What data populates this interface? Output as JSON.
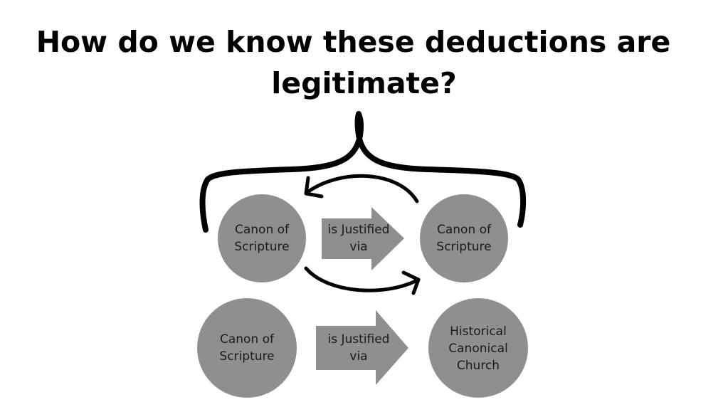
{
  "title": {
    "line1": "How do we know these deductions are",
    "line2": "legitimate?"
  },
  "diagram": {
    "row1": {
      "left_circle": {
        "line1": "Canon of",
        "line2": "Scripture"
      },
      "arrow": {
        "line1": "is Justified",
        "line2": "via"
      },
      "right_circle": {
        "line1": "Canon of",
        "line2": "Scripture"
      }
    },
    "row2": {
      "left_circle": {
        "line1": "Canon of",
        "line2": "Scripture"
      },
      "arrow": {
        "line1": "is Justified",
        "line2": "via"
      },
      "right_circle": {
        "line1": "Historical",
        "line2": "Canonical",
        "line3": "Church"
      }
    }
  },
  "colors": {
    "shape_fill": "#8f8f8f",
    "stroke": "#000000",
    "text": "#1a1a1a"
  },
  "icons": [
    "curly-brace",
    "circular-arrow-top",
    "circular-arrow-bottom"
  ]
}
